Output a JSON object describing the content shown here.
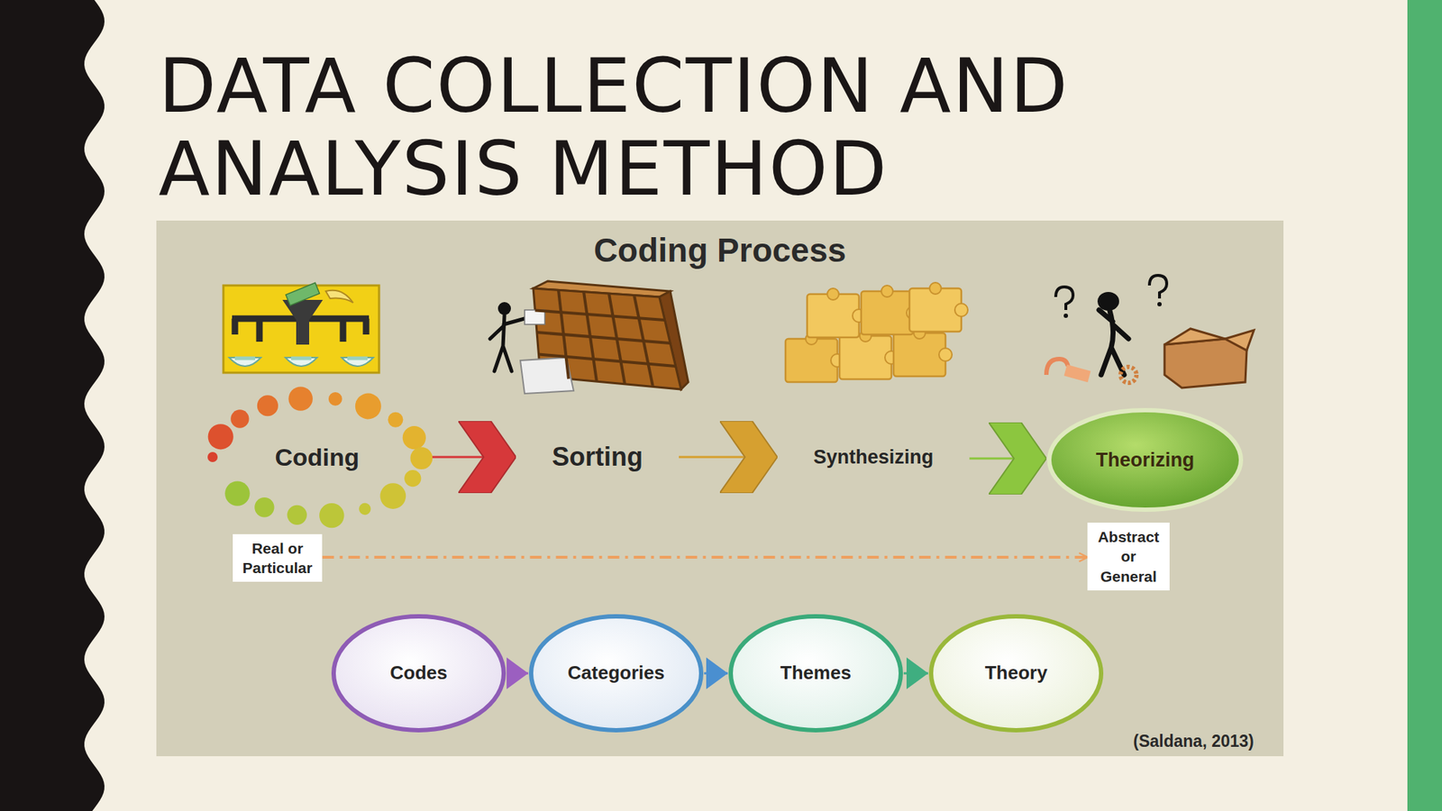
{
  "diagram": {
    "title": "DATA COLLECTION AND ANALYSIS METHOD",
    "nodes": [
      {
        "text": [
          "Coding"
        ]
      },
      {
        "text": [
          "Sorting"
        ]
      },
      {
        "text": [
          "Synthesizing"
        ]
      },
      {
        "text": [
          "Theorizing"
        ]
      },
      {
        "text": [
          "Real or Particular"
        ]
      },
      {
        "text": [
          "Abstract or General"
        ]
      },
      {
        "text": [
          "Codes"
        ]
      },
      {
        "text": [
          "Categories"
        ]
      },
      {
        "text": [
          "Themes"
        ]
      },
      {
        "text": [
          "Theory"
        ]
      }
    ],
    "edges": [
      {
        "from": 0,
        "to": 1,
        "arrow": "to"
      },
      {
        "from": 1,
        "to": 2,
        "arrow": "to"
      },
      {
        "from": 2,
        "to": 3,
        "arrow": "to"
      },
      {
        "from": 4,
        "to": 5,
        "arrow": "to"
      },
      {
        "from": 6,
        "to": 7,
        "arrow": "to"
      },
      {
        "from": 7,
        "to": 8,
        "arrow": "to"
      },
      {
        "from": 8,
        "to": 9,
        "arrow": "to"
      }
    ],
    "labels": [
      "Coding Process",
      "(Saldana, 2013)"
    ]
  }
}
